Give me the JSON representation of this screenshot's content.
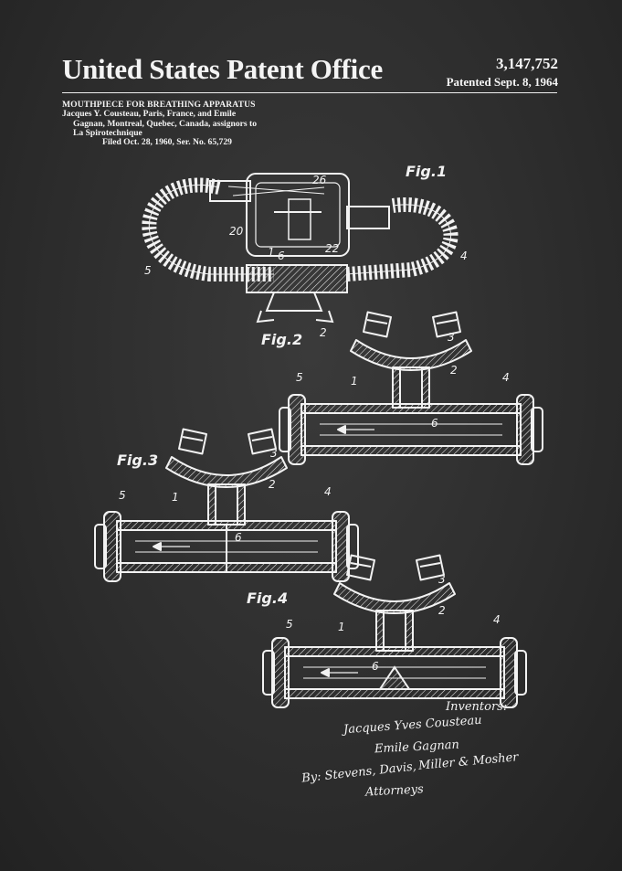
{
  "header": {
    "office": "United States Patent Office",
    "patent_number": "3,147,752",
    "patented": "Patented Sept. 8, 1964"
  },
  "biblio": {
    "title": "MOUTHPIECE FOR BREATHING APPARATUS",
    "line1": "Jacques Y. Cousteau, Paris, France, and Emile",
    "line2": "Gagnan, Montreal, Quebec, Canada, assignors to",
    "line3": "La Spirotechnique",
    "line4": "Filed Oct. 28, 1960, Ser. No. 65,729"
  },
  "figures": {
    "fig1": "Fig.1",
    "fig2": "Fig.2",
    "fig3": "Fig.3",
    "fig4": "Fig.4"
  },
  "refs": {
    "r26": "26",
    "r20": "20",
    "r22": "22",
    "r4": "4",
    "r5": "5",
    "r1": "1",
    "r6": "6",
    "r2": "2",
    "r3": "3"
  },
  "signature": {
    "inventors": "Inventors:",
    "name1": "Jacques Yves Cousteau",
    "name2": "Emile Gagnan",
    "by": "By: Stevens, Davis,",
    "firm": "Miller & Mosher",
    "attorneys": "Attorneys"
  }
}
